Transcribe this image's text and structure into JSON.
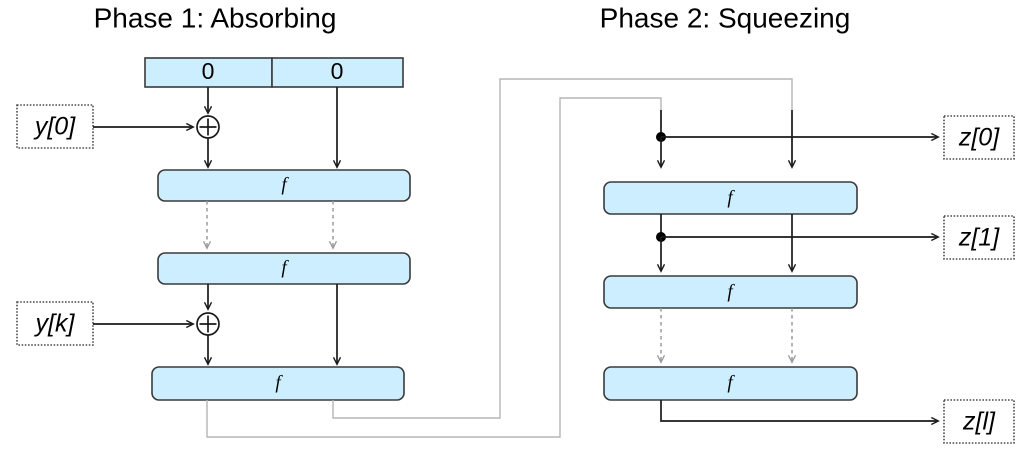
{
  "diagram": {
    "kind": "sponge-construction",
    "phases": [
      {
        "id": "phase1",
        "title": "Phase 1: Absorbing",
        "state_bar": {
          "rate_value": "0",
          "capacity_value": "0"
        },
        "permutation_label": "f",
        "permutation_count": 3,
        "inputs": [
          {
            "name": "input-y0",
            "label": "y[0]"
          },
          {
            "name": "input-yk",
            "label": "y[k]"
          }
        ],
        "xor_symbol": "⊕",
        "xor_count": 2
      },
      {
        "id": "phase2",
        "title": "Phase 2: Squeezing",
        "permutation_label": "f",
        "permutation_count": 3,
        "outputs": [
          {
            "name": "output-z0",
            "label": "z[0]"
          },
          {
            "name": "output-z1",
            "label": "z[1]"
          },
          {
            "name": "output-zl",
            "label": "z[l]"
          }
        ]
      }
    ],
    "colors": {
      "box_fill": "#cceeff",
      "box_stroke": "#3a3a3a",
      "wire": "#1a1a1a",
      "wire_dashed": "#9a9a9a",
      "wire_feedback": "#b5b5b5",
      "background": "#ffffff"
    }
  }
}
